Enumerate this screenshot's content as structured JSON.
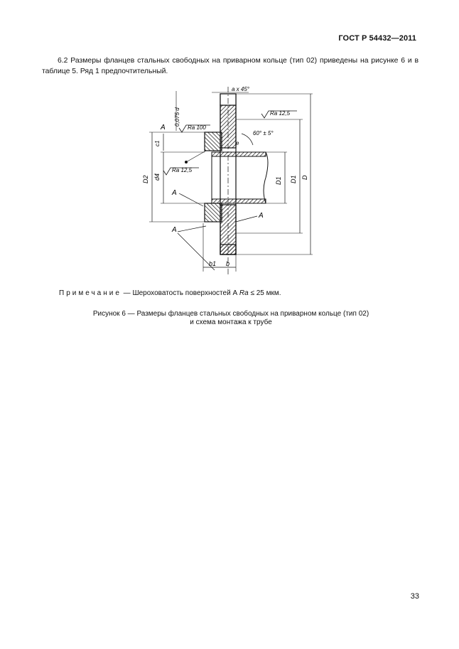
{
  "header": {
    "standard": "ГОСТ Р 54432—2011"
  },
  "paragraph": {
    "text": "6.2 Размеры фланцев стальных свободных на приварном кольце (тип 02) приведены на рисунке 6 и в таблице 5. Ряд 1 предпочтительный."
  },
  "figure": {
    "labels": {
      "tolerance": "0,075 d",
      "chamfer": "a x 45°",
      "ra_top": "Ra 12,5",
      "ra_left": "Ra 100",
      "ra_mid": "Ra 12,5",
      "angle": "60° ± 5°",
      "datum_a": "A",
      "d_big": "D",
      "d1": "D1",
      "d2": "D2",
      "c1": "c1",
      "d4": "d4",
      "b1": "b1",
      "b": "b",
      "e": "e"
    }
  },
  "note": {
    "prefix": "Примечание",
    "dash": " — Шероховатость поверхностей А ",
    "ra": "Ra",
    "value": " ≤ 25 мкм."
  },
  "caption": {
    "line1": "Рисунок 6 — Размеры фланцев стальных свободных на приварном кольце (тип 02)",
    "line2": "и схема монтажа к трубе"
  },
  "page": {
    "number": "33"
  }
}
